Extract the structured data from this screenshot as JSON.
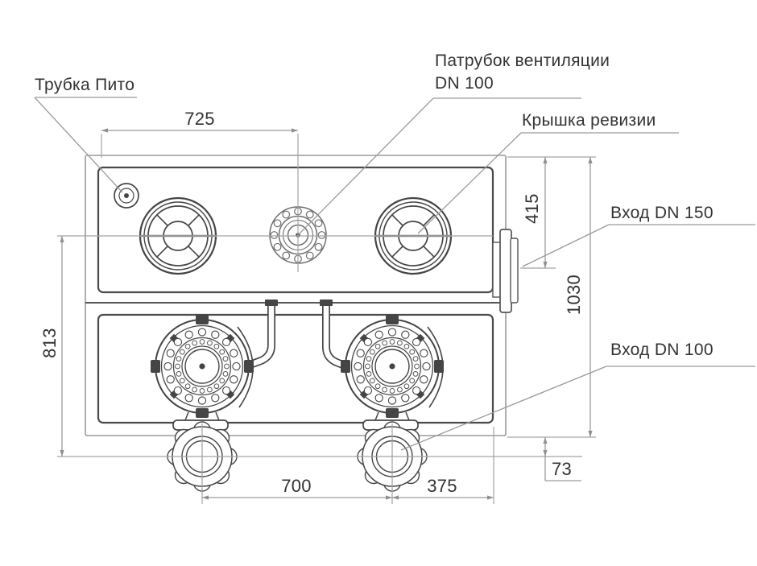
{
  "drawing": {
    "type": "technical-plan-view",
    "language": "ru",
    "callouts": {
      "pitot": "Трубка Пито",
      "vent_line1": "Патрубок вентиляции",
      "vent_line2": "DN 100",
      "inspection_cover": "Крышка ревизии",
      "inlet_dn150": "Вход DN 150",
      "inlet_dn100": "Вход DN 100"
    },
    "dimensions": {
      "top_width": "725",
      "inlet_height": "415",
      "total_height": "1030",
      "left_height": "813",
      "outlet_spacing": "700",
      "outlet_to_edge": "375",
      "bottom_offset": "73"
    },
    "colors": {
      "equipment_line": "#454545",
      "dimension_line": "#9a9a9a",
      "text": "#333333",
      "background": "#ffffff"
    }
  }
}
